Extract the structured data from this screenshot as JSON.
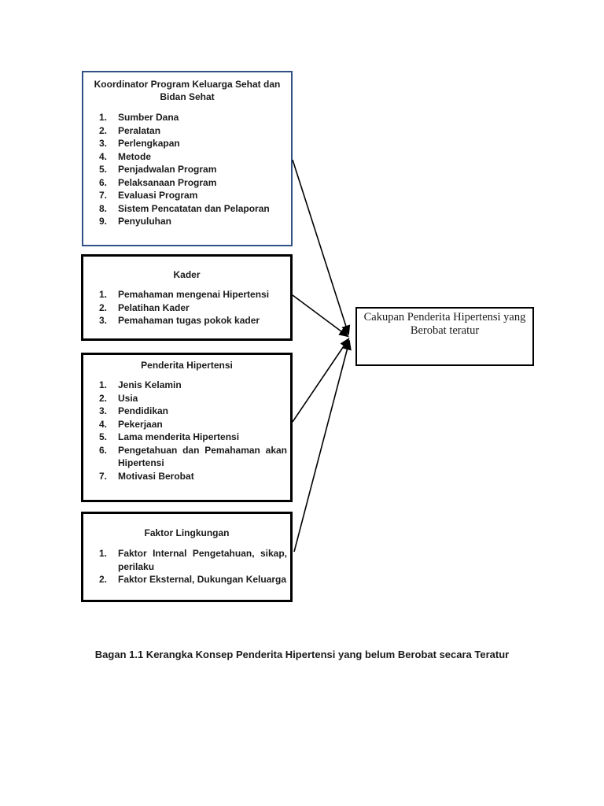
{
  "diagram": {
    "boxes": [
      {
        "id": "koordinator",
        "title": "Koordinator Program Keluarga Sehat dan Bidan Sehat",
        "border_color": "#2f5185",
        "items": [
          "Sumber Dana",
          "Peralatan",
          "Perlengkapan",
          "Metode",
          "Penjadwalan Program",
          "Pelaksanaan Program",
          "Evaluasi Program",
          "Sistem Pencatatan dan Pelaporan",
          "Penyuluhan"
        ]
      },
      {
        "id": "kader",
        "title": "Kader",
        "border_color": "#000000",
        "items": [
          "Pemahaman mengenai Hipertensi",
          "Pelatihan Kader",
          "Pemahaman tugas pokok kader"
        ]
      },
      {
        "id": "penderita-hipertensi",
        "title": "Penderita Hipertensi",
        "border_color": "#000000",
        "items": [
          "Jenis Kelamin",
          "Usia",
          "Pendidikan",
          "Pekerjaan",
          "Lama menderita Hipertensi",
          "Pengetahuan dan Pemahaman akan Hipertensi",
          "Motivasi Berobat"
        ]
      },
      {
        "id": "faktor-lingkungan",
        "title": "Faktor Lingkungan",
        "border_color": "#000000",
        "items": [
          "Faktor Internal Pengetahuan, sikap, perilaku",
          "Faktor Eksternal, Dukungan Keluarga"
        ]
      }
    ],
    "outcome": {
      "title": "Cakupan Penderita Hipertensi yang Berobat teratur"
    },
    "arrow_color": "#000000",
    "caption": "Bagan 1.1 Kerangka Konsep Penderita Hipertensi yang belum Berobat secara Teratur"
  }
}
